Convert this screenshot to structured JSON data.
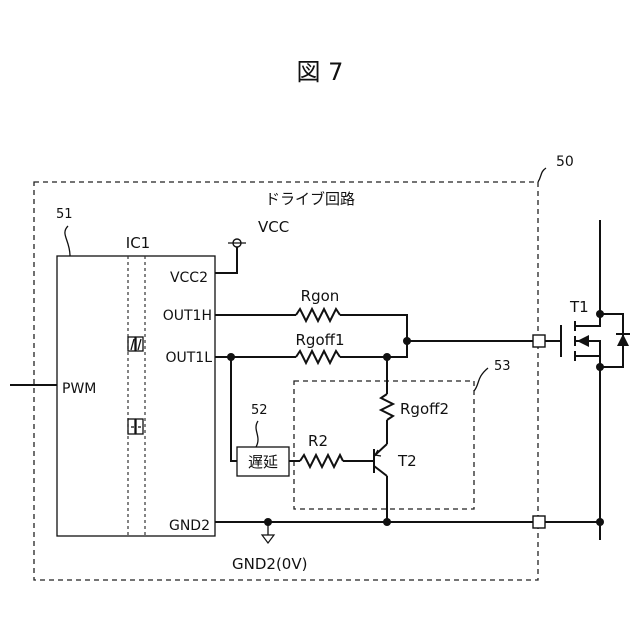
{
  "figure": {
    "title": "図 7"
  },
  "drive_circuit": {
    "label": "ドライブ回路",
    "ref": "50"
  },
  "ic": {
    "name": "IC1",
    "ref": "51",
    "pins": {
      "vcc2": "VCC2",
      "out1h": "OUT1H",
      "out1l": "OUT1L",
      "pwm": "PWM",
      "gnd2": "GND2"
    }
  },
  "supply": {
    "vcc": "VCC",
    "ground": "GND2(0V)"
  },
  "resistors": {
    "rgon": "Rgon",
    "rgoff1": "Rgoff1",
    "rgoff2": "Rgoff2",
    "r2": "R2"
  },
  "delay_block": {
    "label": "遅延",
    "ref": "52"
  },
  "sub_circuit": {
    "ref": "53"
  },
  "transistors": {
    "t1": "T1",
    "t2": "T2"
  }
}
